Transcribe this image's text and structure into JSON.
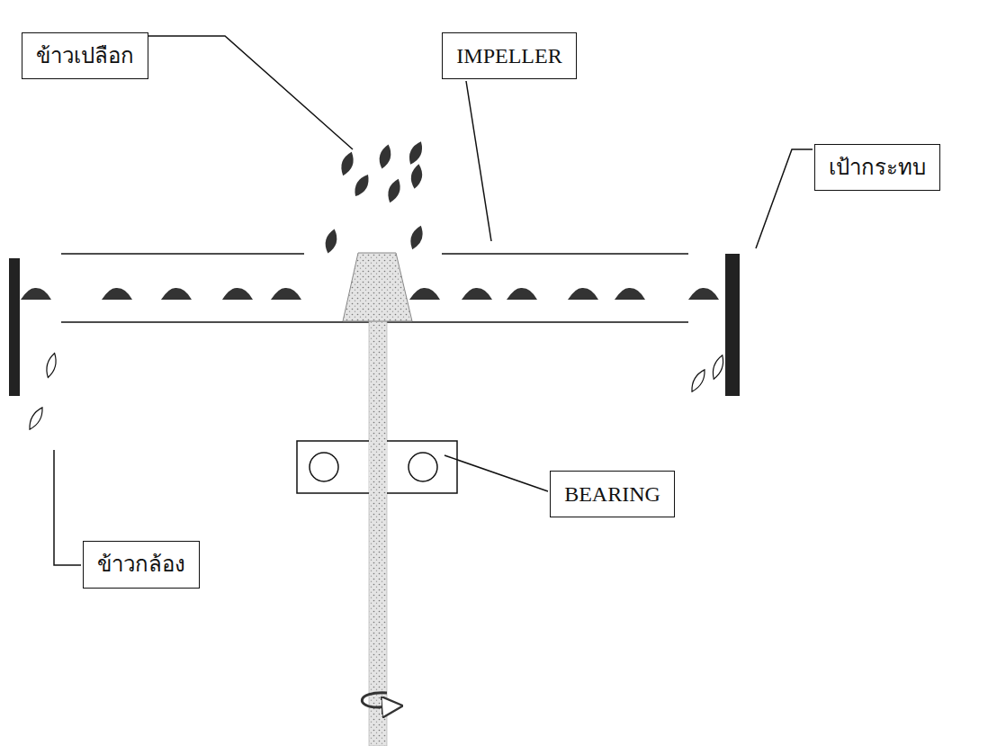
{
  "diagram": {
    "nodes": [
      {
        "text": [
          "ข้าวเปลือก"
        ]
      },
      {
        "text": [
          "IMPELLER"
        ]
      },
      {
        "text": [
          "เป้ากระทบ"
        ]
      },
      {
        "text": [
          "BEARING"
        ]
      },
      {
        "text": [
          "ข้าวกล้อง"
        ]
      }
    ]
  }
}
